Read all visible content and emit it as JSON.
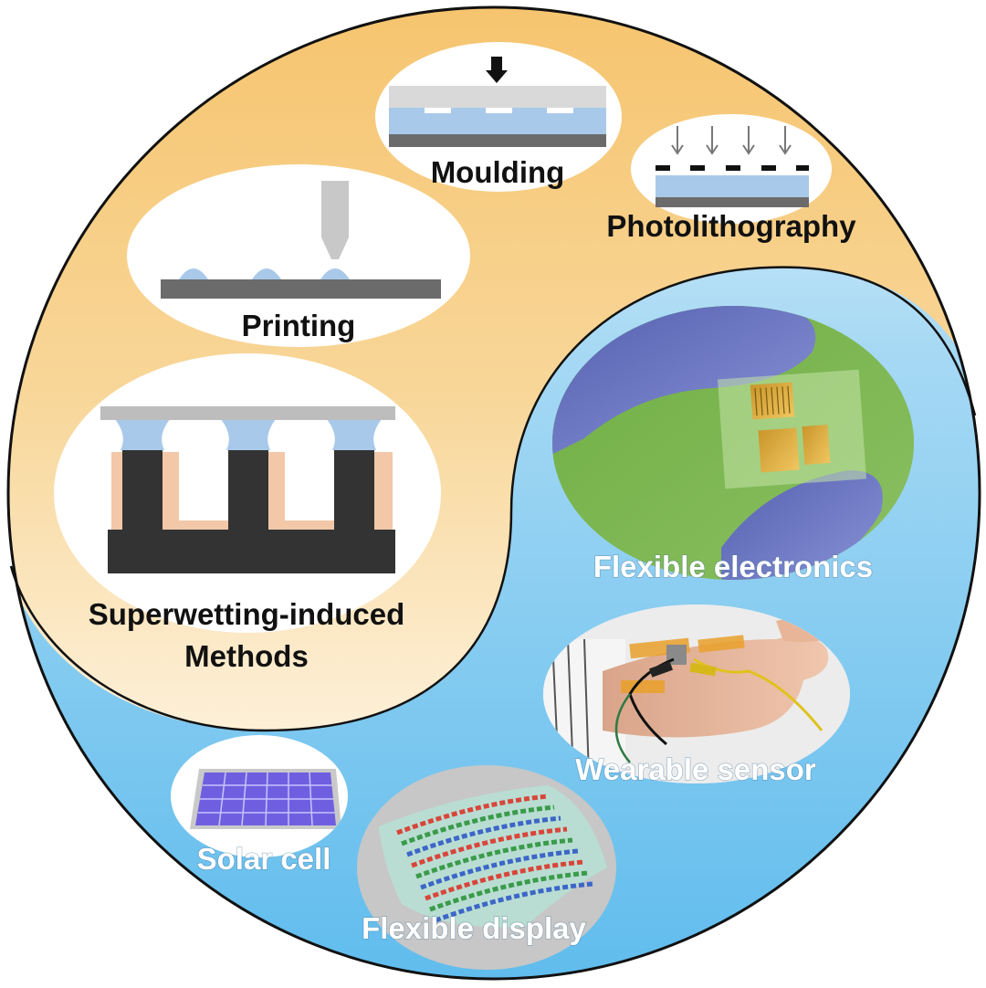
{
  "fabrication": {
    "moulding": "Moulding",
    "photolithography": "Photolithography",
    "printing": "Printing",
    "superwetting_line1": "Superwetting-induced",
    "superwetting_line2": "Methods"
  },
  "applications": {
    "flexible_electronics": "Flexible electronics",
    "wearable_sensor": "Wearable sensor",
    "solar_cell": "Solar cell",
    "flexible_display": "Flexible display"
  },
  "colors": {
    "fabrication_region": "#f6c46e",
    "application_region": "#6ec3ee",
    "substrate": "#6b6b6b",
    "liquid": "#a9c9ea",
    "pillar": "#333333",
    "coating": "#f2c8a8"
  }
}
